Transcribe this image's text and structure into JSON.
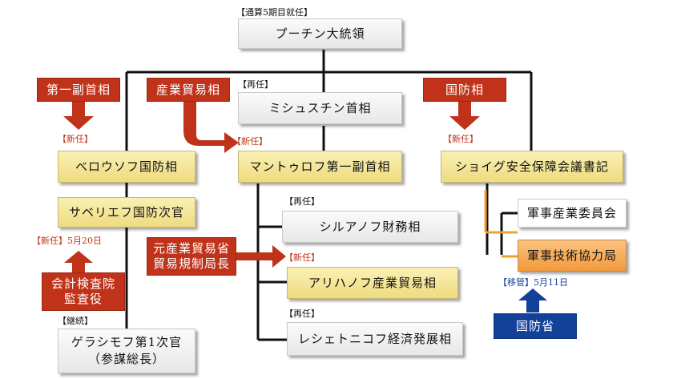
{
  "top_note": "【通算5期目就任】",
  "president": "プーチン大統領",
  "pm_note": "【再任】",
  "pm": "ミシュスチン首相",
  "source_first_deputy": "第一副首相",
  "source_industry": "産業貿易相",
  "source_defense": "国防相",
  "note_new_left": "【新任】",
  "note_new_mid": "【新任】",
  "note_new_right": "【新任】",
  "belousov": "ベロウソフ国防相",
  "manturov": "マントゥロフ第一副首相",
  "shoigu": "ショイグ安全保障会議書記",
  "tsivileva": "サベリエフ国防次官",
  "tsivileva_note": "【新任】5月20日",
  "audit_source": "会計検査院\n監査役",
  "continued_note": "【継続】",
  "gerasimov": "ゲラシモフ第1次官\n（参謀総長）",
  "siluanov_note": "【再任】",
  "siluanov": "シルアノフ財務相",
  "former_official": "元産業貿易省\n貿易規制局長",
  "alikhanov_note": "【新任】",
  "alikhanov": "アリハノフ産業貿易相",
  "reshetnikov_note": "【再任】",
  "reshetnikov": "レシェトニコフ経済発展相",
  "mil_industrial": "軍事産業委員会",
  "mil_tech": "軍事技術協力局",
  "transfer_note": "【移管】5月11日",
  "mod_source": "国防省"
}
